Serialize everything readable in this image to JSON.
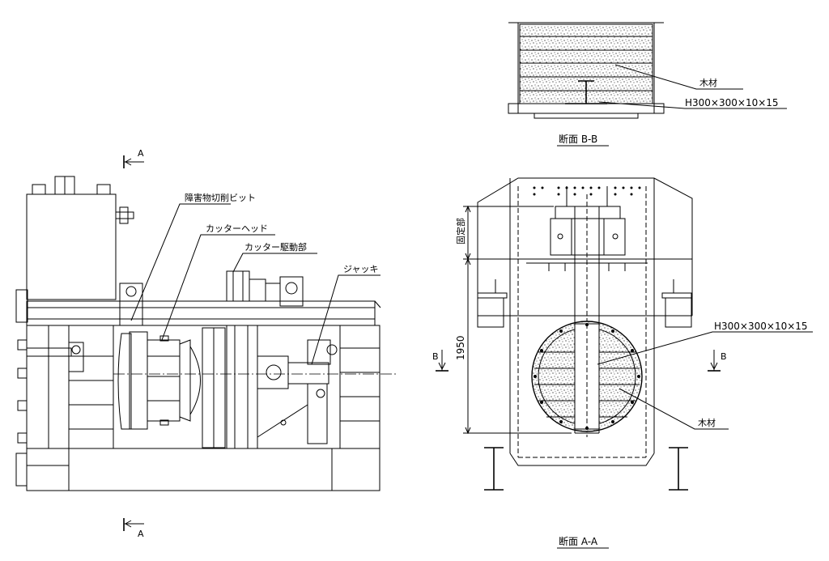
{
  "labels": {
    "section_a_top": "A",
    "section_a_bottom": "A",
    "obstacle_bit": "障害物切削ビット",
    "cutter_head": "カッターヘッド",
    "cutter_drive": "カッター駆動部",
    "jack": "ジャッキ",
    "wood_bb": "木材",
    "hbeam_bb": "H300×300×10×15",
    "title_bb": "断面 B-B",
    "fixed_part": "固定部",
    "dim_1950": "1950",
    "hbeam_aa": "H300×300×10×15",
    "section_b_left": "B",
    "section_b_right": "B",
    "wood_aa": "木材",
    "title_aa": "断面 A-A"
  }
}
